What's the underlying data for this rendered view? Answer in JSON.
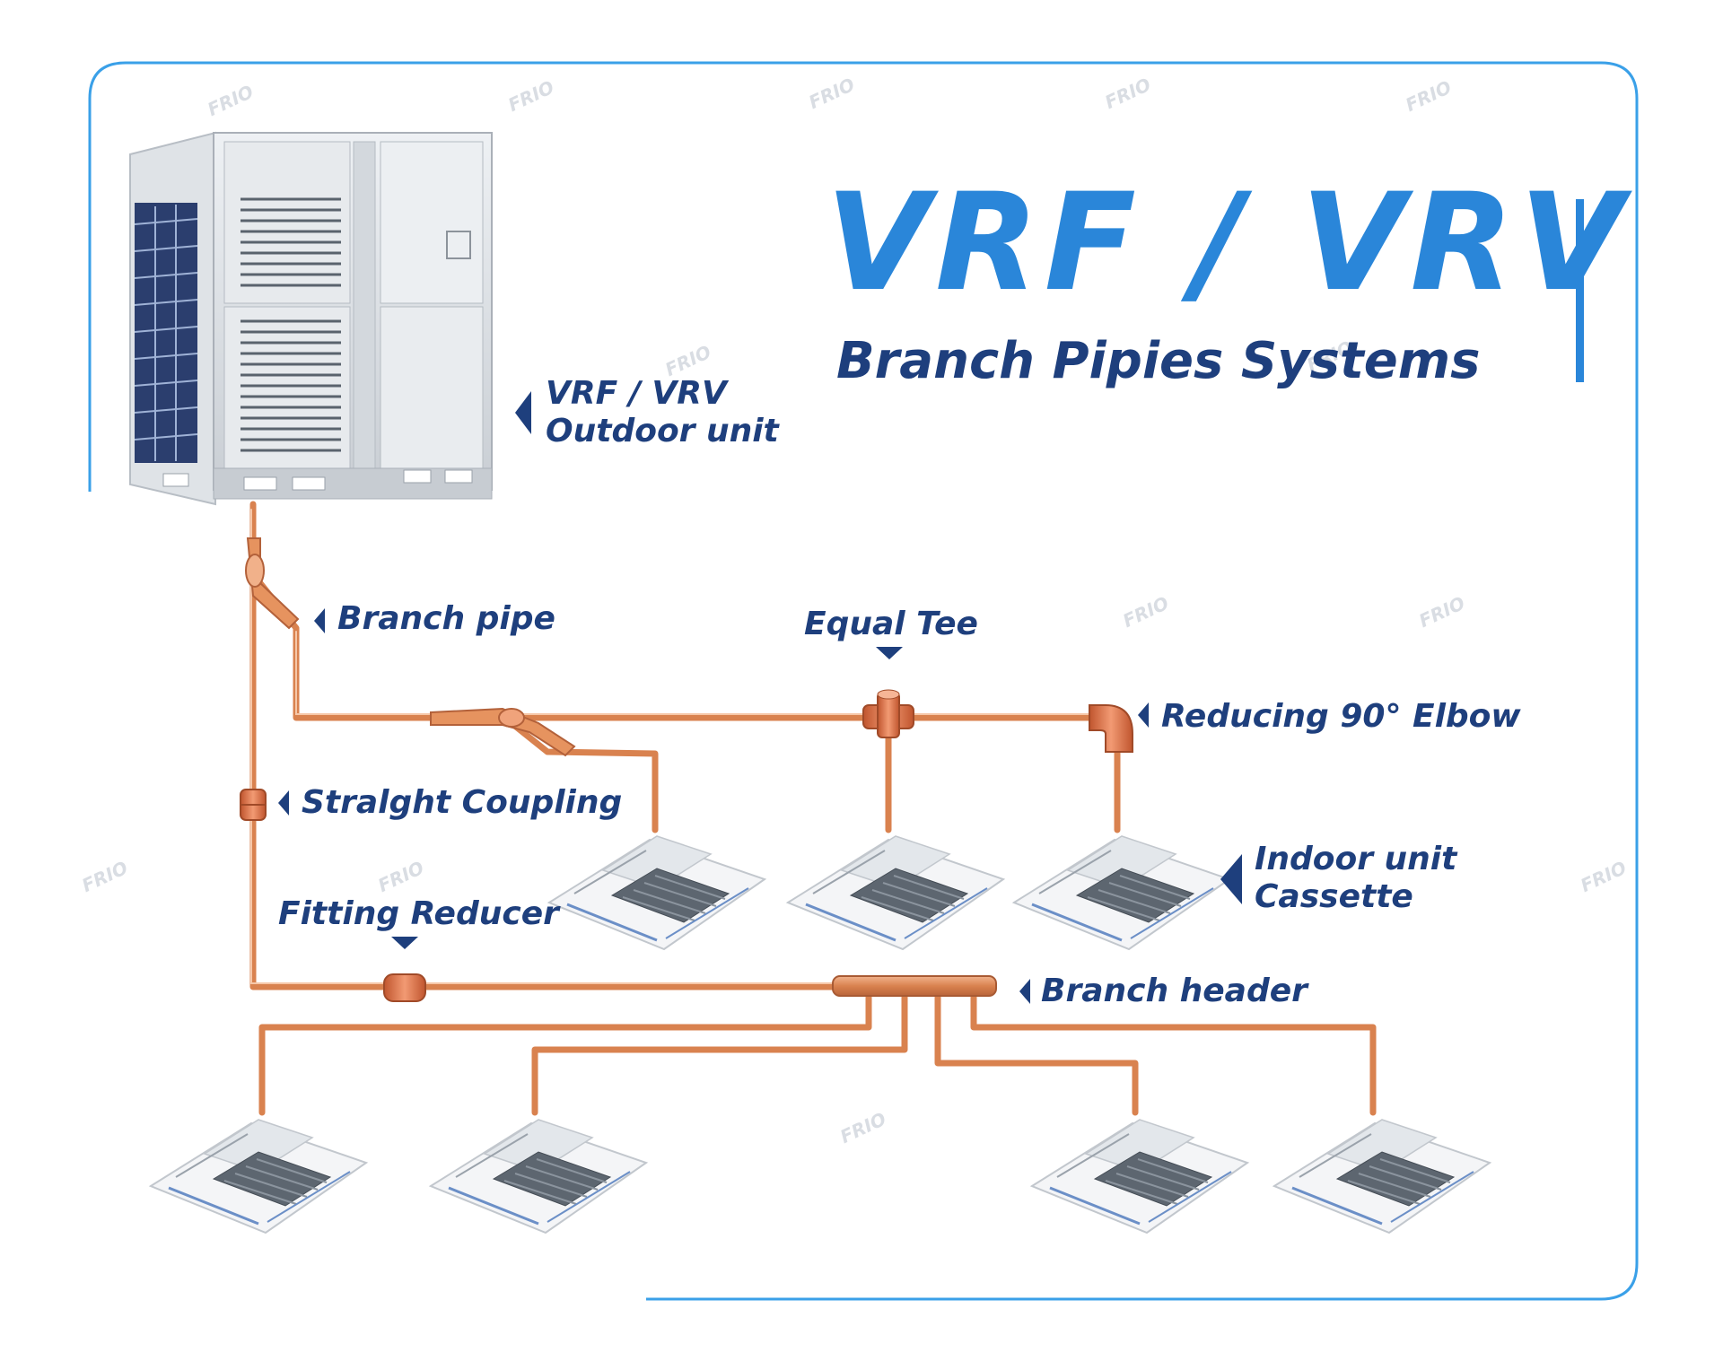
{
  "title": "VRF / VRV",
  "subtitle": "Branch Pipies Systems",
  "watermark": "FRIO",
  "colors": {
    "title_blue": "#2a86d9",
    "label_navy": "#1e3f7d",
    "frame_blue": "#3aa0e8",
    "copper": "#d9824f"
  },
  "labels": {
    "outdoor_unit": [
      "VRF / VRV",
      "Outdoor unit"
    ],
    "branch_pipe": "Branch pipe",
    "equal_tee": "Equal Tee",
    "reducing_elbow": "Reducing 90°  Elbow",
    "straight_coupling": "Stralght Coupling",
    "indoor_unit": [
      "Indoor unit",
      "Cassette"
    ],
    "fitting_reducer": "Fitting Reducer",
    "branch_header": "Branch header"
  }
}
